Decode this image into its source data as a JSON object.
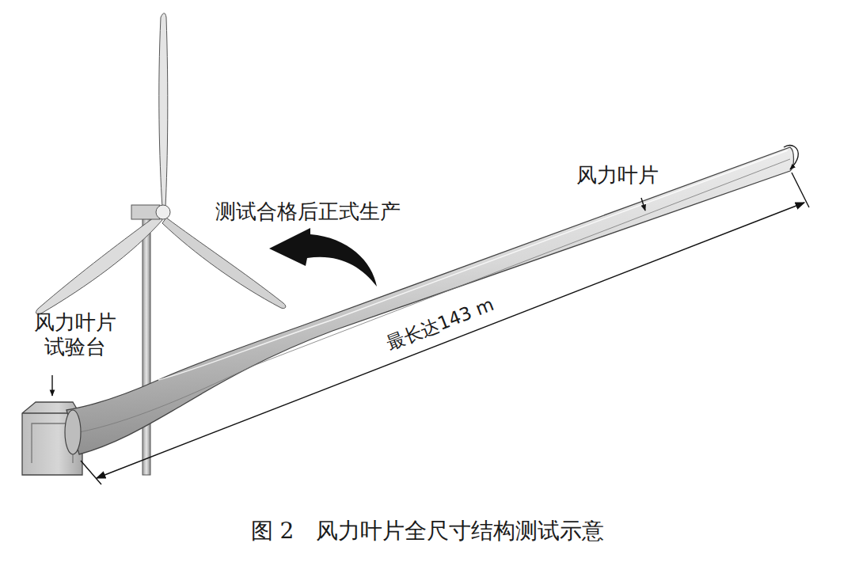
{
  "diagram": {
    "caption": "图 2　风力叶片全尺寸结构测试示意",
    "labels": [
      "风力叶片",
      "测试合格后正式生产",
      "风力叶片 试验台",
      "最长达143 m"
    ]
  }
}
